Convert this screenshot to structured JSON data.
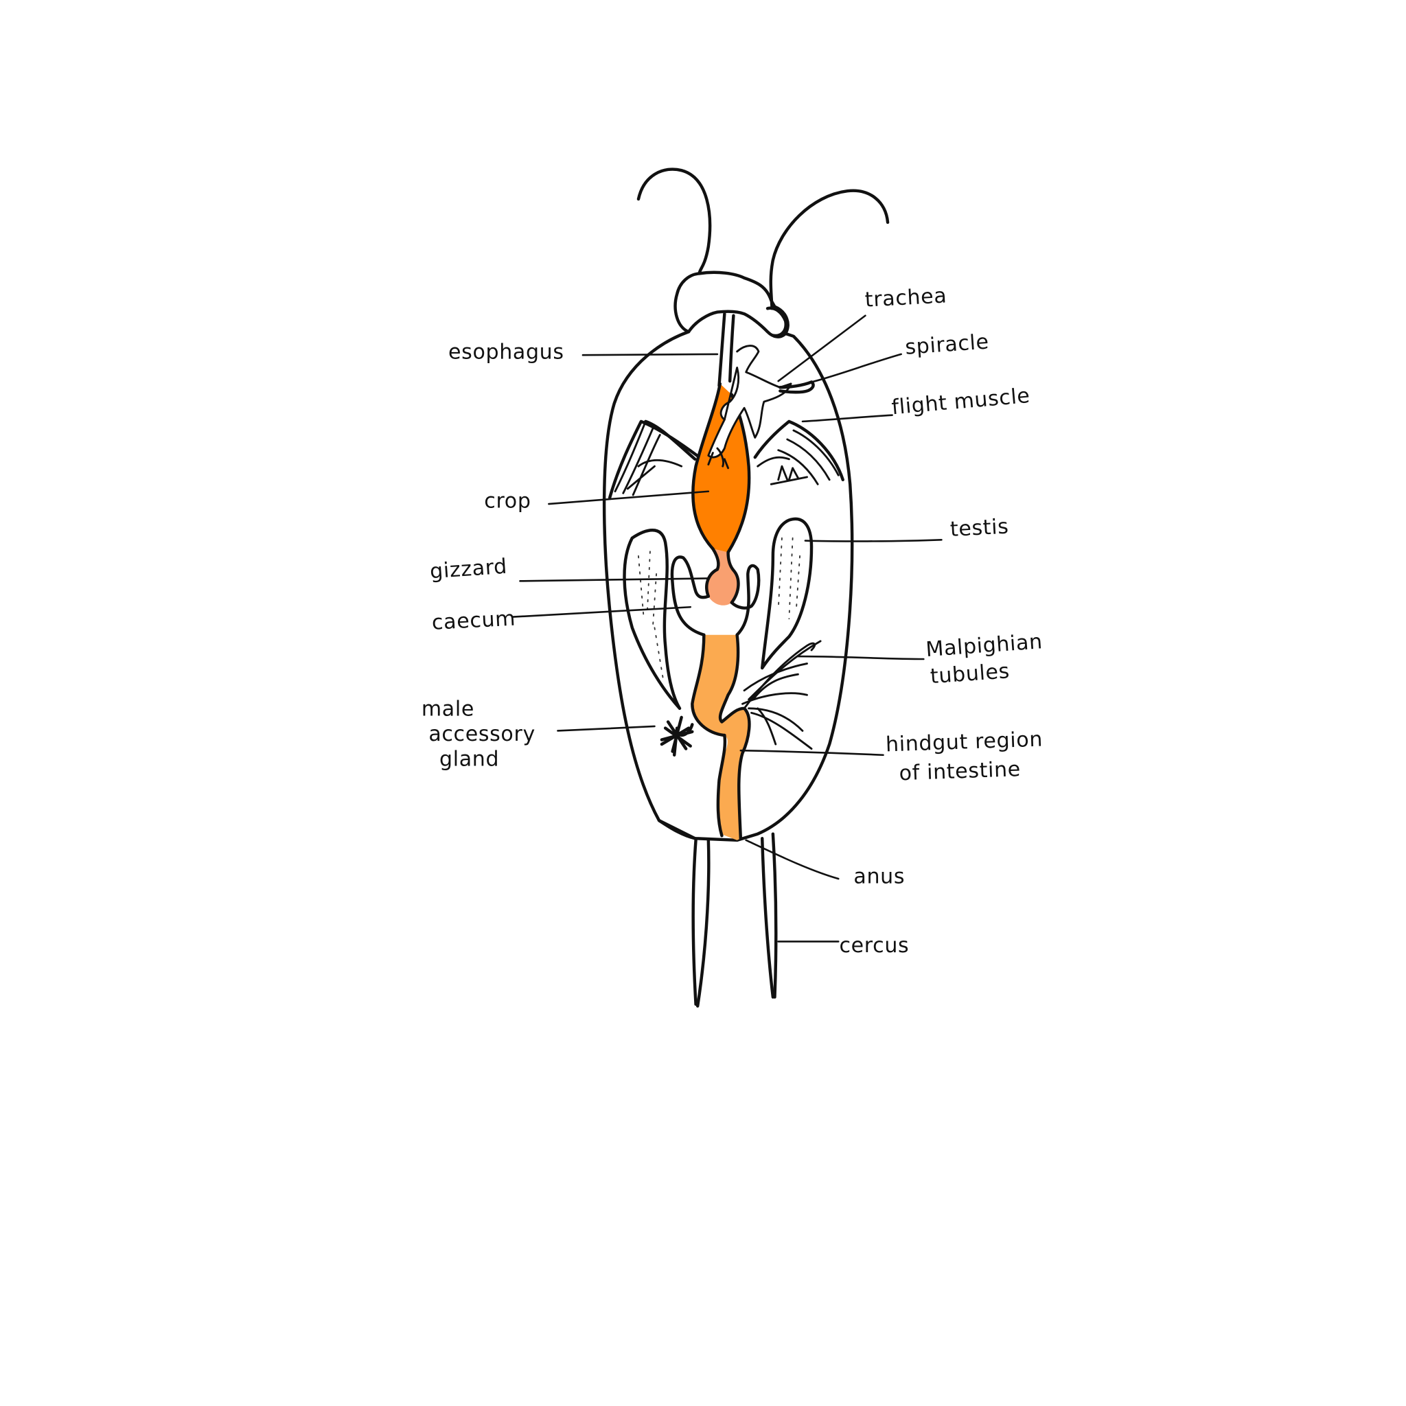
{
  "diagram": {
    "subject": "cockroach internal anatomy (male, dorsal dissection)",
    "colors": {
      "background": "#ffffff",
      "ink": "#111111",
      "crop": "#FF8000",
      "gizzard": "#F9A070",
      "hindgut": "#FBAA50"
    },
    "labels": {
      "esophagus": "esophagus",
      "trachea": "trachea",
      "spiracle": "spiracle",
      "flight_muscle": "flight muscle",
      "crop": "crop",
      "testis": "testis",
      "gizzard": "gizzard",
      "caecum": "caecum",
      "malpighian_line1": "Malpighian",
      "malpighian_line2": "tubules",
      "male_accessory_line1": "male",
      "male_accessory_line2": "accessory",
      "male_accessory_line3": "gland",
      "hindgut_line1": "hindgut region",
      "hindgut_line2": "of intestine",
      "anus": "anus",
      "cercus": "cercus"
    }
  }
}
